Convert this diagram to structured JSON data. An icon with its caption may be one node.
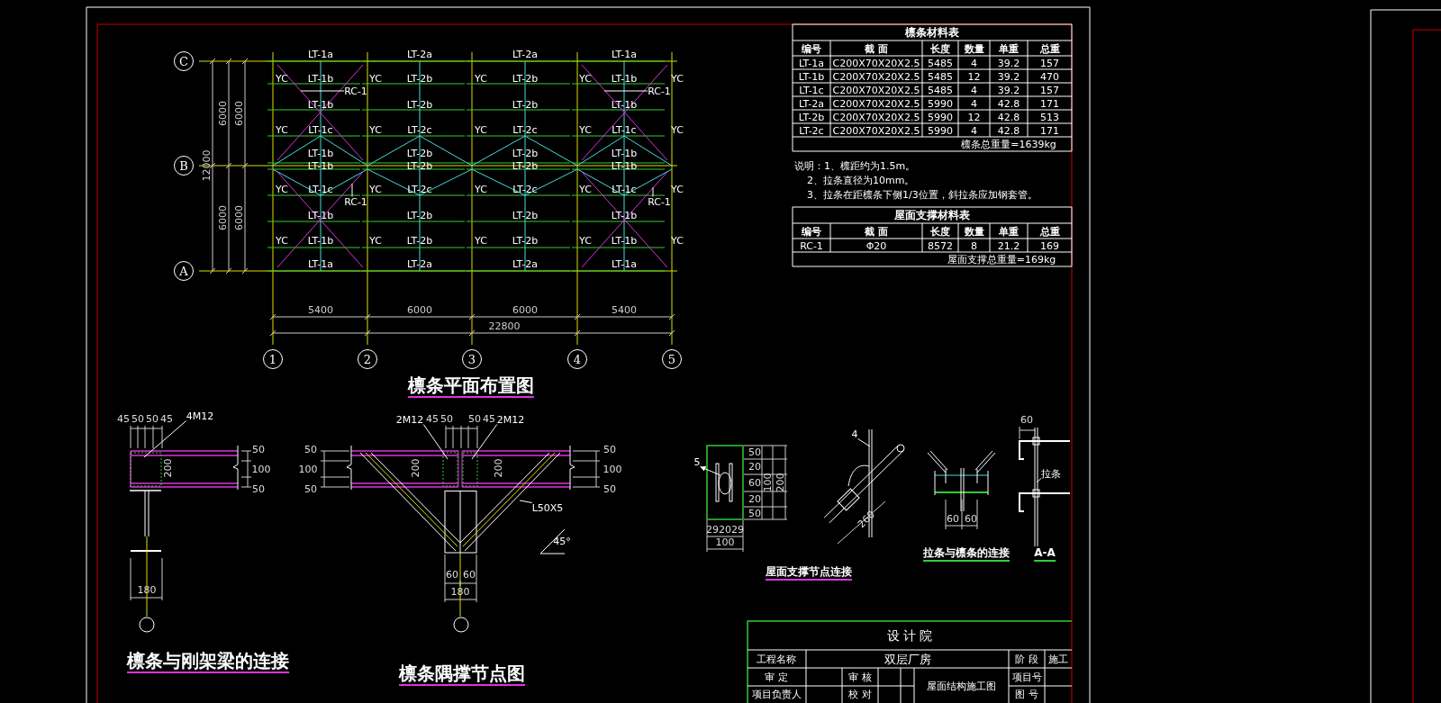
{
  "diagram": {
    "nodes": [
      {
        "text": [
          "C"
        ]
      },
      {
        "text": [
          "B"
        ]
      },
      {
        "text": [
          "A"
        ]
      },
      {
        "text": [
          "1"
        ]
      },
      {
        "text": [
          "2"
        ]
      },
      {
        "text": [
          "3"
        ]
      },
      {
        "text": [
          "4"
        ]
      },
      {
        "text": [
          "5"
        ]
      },
      {
        "text": [
          "RC-1"
        ]
      },
      {
        "text": [
          "RC-1"
        ]
      },
      {
        "text": [
          "RC-1"
        ]
      },
      {
        "text": [
          "RC-1"
        ]
      },
      {
        "text": [
          "4M12"
        ]
      },
      {
        "text": [
          "2M12"
        ]
      },
      {
        "text": [
          "2M12"
        ]
      },
      {
        "text": [
          "L50X5"
        ]
      },
      {
        "text": [
          "5"
        ]
      },
      {
        "text": [
          "4"
        ]
      },
      {
        "text": [
          "拉条"
        ]
      }
    ],
    "edges": [
      {
        "from": 8,
        "to": null,
        "arrow": "none"
      },
      {
        "from": 9,
        "to": null,
        "arrow": "none"
      },
      {
        "from": 10,
        "to": null,
        "arrow": "none"
      },
      {
        "from": 11,
        "to": null,
        "arrow": "none"
      },
      {
        "from": 12,
        "to": null,
        "arrow": "none"
      },
      {
        "from": 13,
        "to": null,
        "arrow": "none"
      },
      {
        "from": 14,
        "to": null,
        "arrow": "none"
      },
      {
        "from": 15,
        "to": null,
        "arrow": "none"
      },
      {
        "from": null,
        "to": 16,
        "arrow": "to"
      },
      {
        "from": 17,
        "to": null,
        "arrow": "none"
      },
      {
        "from": 18,
        "to": null,
        "arrow": "none"
      }
    ],
    "labels": [
      "LT-1a",
      "LT-2a",
      "LT-2a",
      "LT-1a",
      "YC",
      "LT-1b",
      "YC",
      "LT-2b",
      "YC",
      "LT-2b",
      "YC",
      "LT-1b",
      "YC",
      "LT-1b",
      "LT-2b",
      "LT-2b",
      "LT-1b",
      "YC",
      "LT-1c",
      "YC",
      "LT-2c",
      "YC",
      "LT-2c",
      "YC",
      "LT-1c",
      "YC",
      "LT-1b",
      "LT-2b",
      "LT-2b",
      "LT-1b",
      "LT-1b",
      "LT-2b",
      "LT-2b",
      "LT-1b",
      "YC",
      "LT-1c",
      "YC",
      "LT-2c",
      "YC",
      "LT-2c",
      "YC",
      "LT-1c",
      "YC",
      "LT-1b",
      "LT-2b",
      "LT-2b",
      "LT-1b",
      "YC",
      "LT-1b",
      "YC",
      "LT-2b",
      "YC",
      "LT-2b",
      "YC",
      "LT-1b",
      "YC",
      "LT-1a",
      "LT-2a",
      "LT-2a",
      "LT-1a",
      "6000",
      "6000",
      "12000",
      "6000",
      "6000",
      "5400",
      "6000",
      "6000",
      "5400",
      "22800",
      "檩条平面布置图",
      "檩条材料表",
      "编号",
      "截 面",
      "长度",
      "数量",
      "单重",
      "总重",
      "LT-1a",
      "C200X70X20X2.5",
      "5485",
      "4",
      "39.2",
      "157",
      "LT-1b",
      "C200X70X20X2.5",
      "5485",
      "12",
      "39.2",
      "470",
      "LT-1c",
      "C200X70X20X2.5",
      "5485",
      "4",
      "39.2",
      "157",
      "LT-2a",
      "C200X70X20X2.5",
      "5990",
      "4",
      "42.8",
      "171",
      "LT-2b",
      "C200X70X20X2.5",
      "5990",
      "12",
      "42.8",
      "513",
      "LT-2c",
      "C200X70X20X2.5",
      "5990",
      "4",
      "42.8",
      "171",
      "檩条总重量=1639kg",
      "说明：1、檩距约为1.5m。",
      "2、拉条直径为10mm。",
      "3、拉条在距檩条下侧1/3位置，斜拉条应加钢套管。",
      "屋面支撑材料表",
      "编号",
      "截 面",
      "长度",
      "数量",
      "单重",
      "总重",
      "RC-1",
      "Φ20",
      "8572",
      "8",
      "21.2",
      "169",
      "屋面支撑总重量=169kg",
      "设 计 院",
      "工程名称",
      "双层厂房",
      "阶 段",
      "施工",
      "审 定",
      "审 核",
      "项目号",
      "屋面结构施工图",
      "项目负责人",
      "校 对",
      "图 号",
      "45",
      "50",
      "50",
      "45",
      "200",
      "50",
      "100",
      "50",
      "180",
      "檩条与刚架梁的连接",
      "45",
      "50",
      "50",
      "45",
      "50",
      "100",
      "50",
      "200",
      "200",
      "50",
      "100",
      "50",
      "45°",
      "60",
      "60",
      "180",
      "檩条隅撑节点图",
      "50",
      "20",
      "60",
      "20",
      "50",
      "100",
      "200",
      "29",
      "20",
      "29",
      "100",
      "260",
      "屋面支撑节点连接",
      "60",
      "60",
      "拉条与檩条的连接",
      "60",
      "A-A"
    ]
  }
}
